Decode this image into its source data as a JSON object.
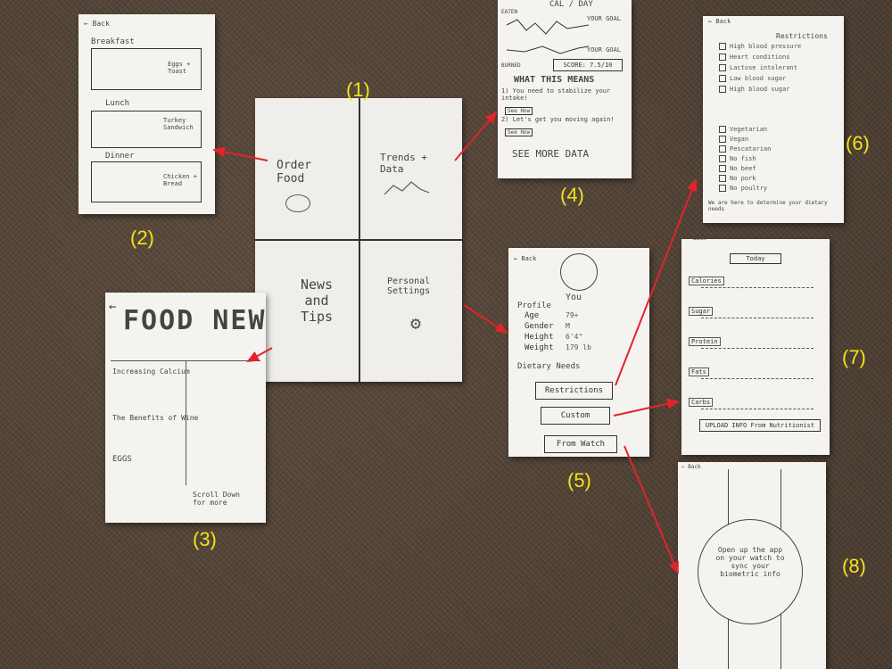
{
  "labels": [
    "(1)",
    "(2)",
    "(3)",
    "(4)",
    "(5)",
    "(6)",
    "(7)",
    "(8)"
  ],
  "home": {
    "order_food": "Order Food",
    "trends": "Trends + Data",
    "news": "News and Tips",
    "personal": "Personal Settings"
  },
  "meals": {
    "back": "← Back",
    "breakfast": "Breakfast",
    "breakfast_item": "Eggs + Toast",
    "lunch": "Lunch",
    "lunch_item": "Turkey Sandwich",
    "dinner": "Dinner",
    "dinner_item": "Chicken + Bread"
  },
  "news": {
    "title": "FOOD NEW",
    "back": "←",
    "items": [
      "Increasing Calcium",
      "The Benefits of Wine",
      "EGGS"
    ],
    "scroll": "Scroll Down for more"
  },
  "trends": {
    "header": "CAL / DAY",
    "eaten": "EATEN",
    "burned": "BURNED",
    "your_goal": "YOUR GOAL",
    "score": "SCORE: 7.5/10",
    "what": "WHAT THIS MEANS",
    "p1": "1) You need to stabilize your intake!",
    "p2": "2) Let's get you moving again!",
    "see_how": "See How",
    "see_more": "SEE MORE DATA"
  },
  "profile": {
    "back": "← Back",
    "you": "You",
    "profile": "Profile",
    "fields": [
      "Age",
      "Gender",
      "Height",
      "Weight"
    ],
    "values": [
      "79+",
      "M",
      "6'4\"",
      "179 lb"
    ],
    "dietary": "Dietary Needs",
    "buttons": [
      "Restrictions",
      "Custom",
      "From Watch"
    ]
  },
  "restrictions": {
    "back": "← Back",
    "title": "Restrictions",
    "group1": [
      "High blood pressure",
      "Heart conditions",
      "Lactose intolerant",
      "Low blood sugar",
      "High blood sugar"
    ],
    "group2": [
      "Vegetarian",
      "Vegan",
      "Pescatarian",
      "No fish",
      "No beef",
      "No pork",
      "No poultry"
    ],
    "footer": "We are here to determine your dietary needs"
  },
  "custom": {
    "back": "← Back",
    "tab": "Today",
    "sliders": [
      "Calories",
      "Sugar",
      "Protein",
      "Fats",
      "Carbs"
    ],
    "upload": "UPLOAD INFO From Nutritionist"
  },
  "watch": {
    "back": "← Back",
    "text": "Open up the app on your watch to sync your biometric info"
  },
  "colors": {
    "arrow": "#e0242a",
    "label": "#f2e31a",
    "paper": "#f4f3f0"
  }
}
